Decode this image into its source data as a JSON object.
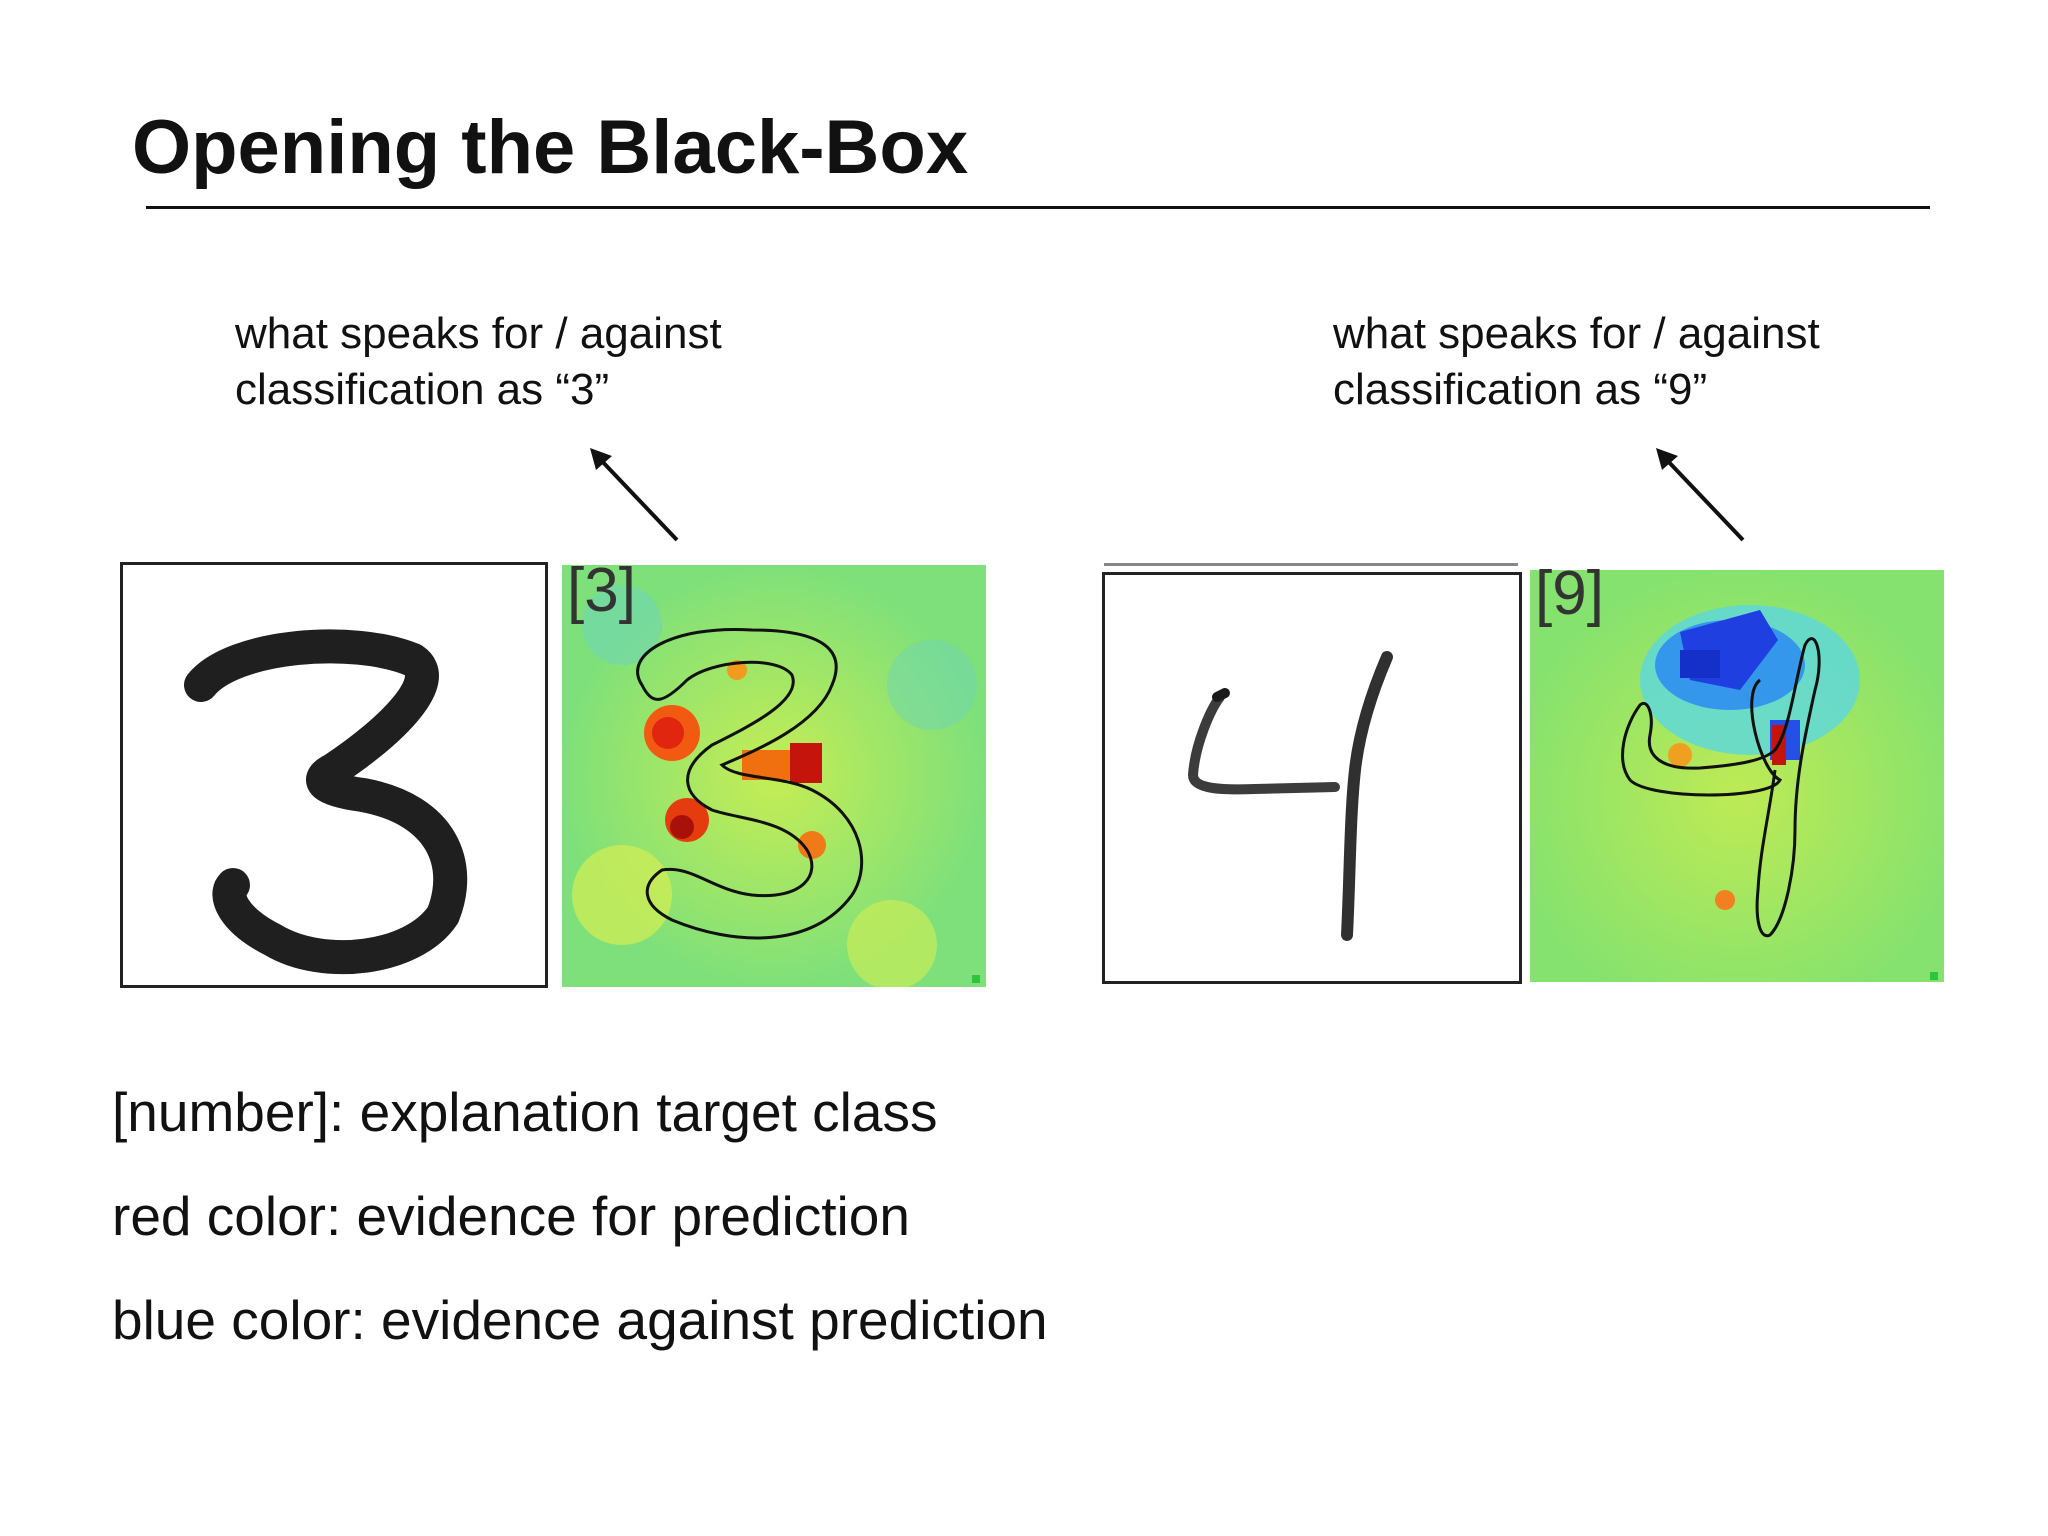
{
  "slide": {
    "title": "Opening the Black-Box"
  },
  "panels": [
    {
      "caption_line1": "what speaks for / against",
      "caption_line2": "classification as “3”",
      "input_digit": "3",
      "target_label": "[3]"
    },
    {
      "caption_line1": "what speaks for / against",
      "caption_line2": "classification as “9”",
      "input_digit": "4",
      "target_label": "[9]"
    }
  ],
  "legend": {
    "line1": "[number]: explanation target class",
    "line2": "red color: evidence for prediction",
    "line3": "blue color: evidence against prediction"
  },
  "colors": {
    "heatmap_base": "#7ee07a",
    "evidence_for": "#e8281a",
    "evidence_against": "#1a36d8",
    "ink": "#111111"
  }
}
